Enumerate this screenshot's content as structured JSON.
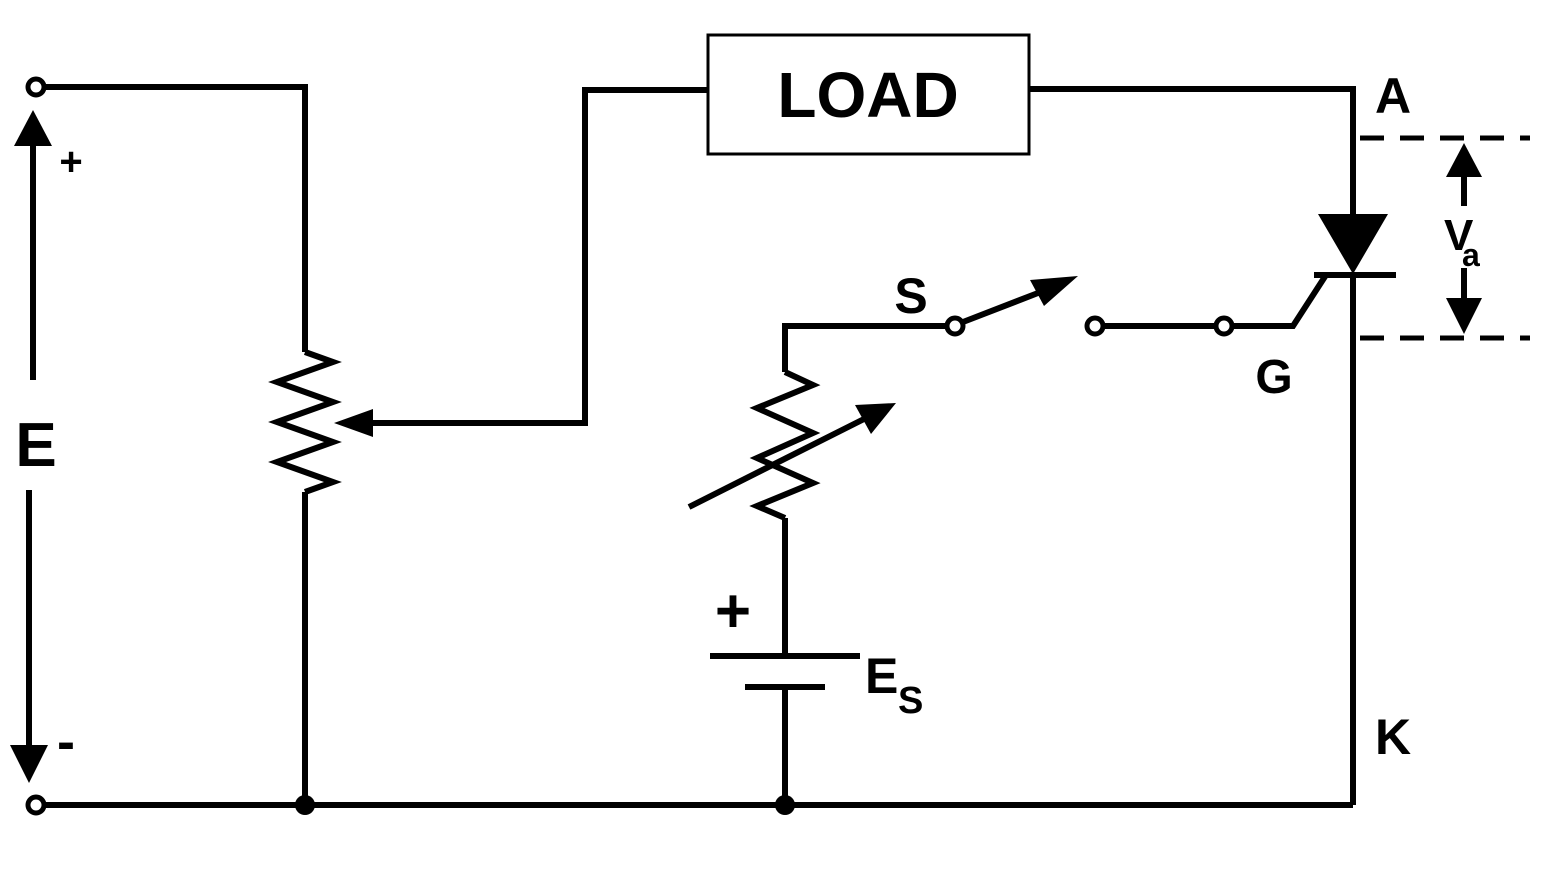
{
  "labels": {
    "load": "LOAD",
    "anode": "A",
    "cathode": "K",
    "gate": "G",
    "switch": "S",
    "source_main": "E",
    "source_plus": "+",
    "source_minus": "-",
    "gate_source_main": "E",
    "gate_source_sub": "S",
    "gate_source_plus": "+",
    "anode_voltage_main": "V",
    "anode_voltage_sub": "a"
  }
}
